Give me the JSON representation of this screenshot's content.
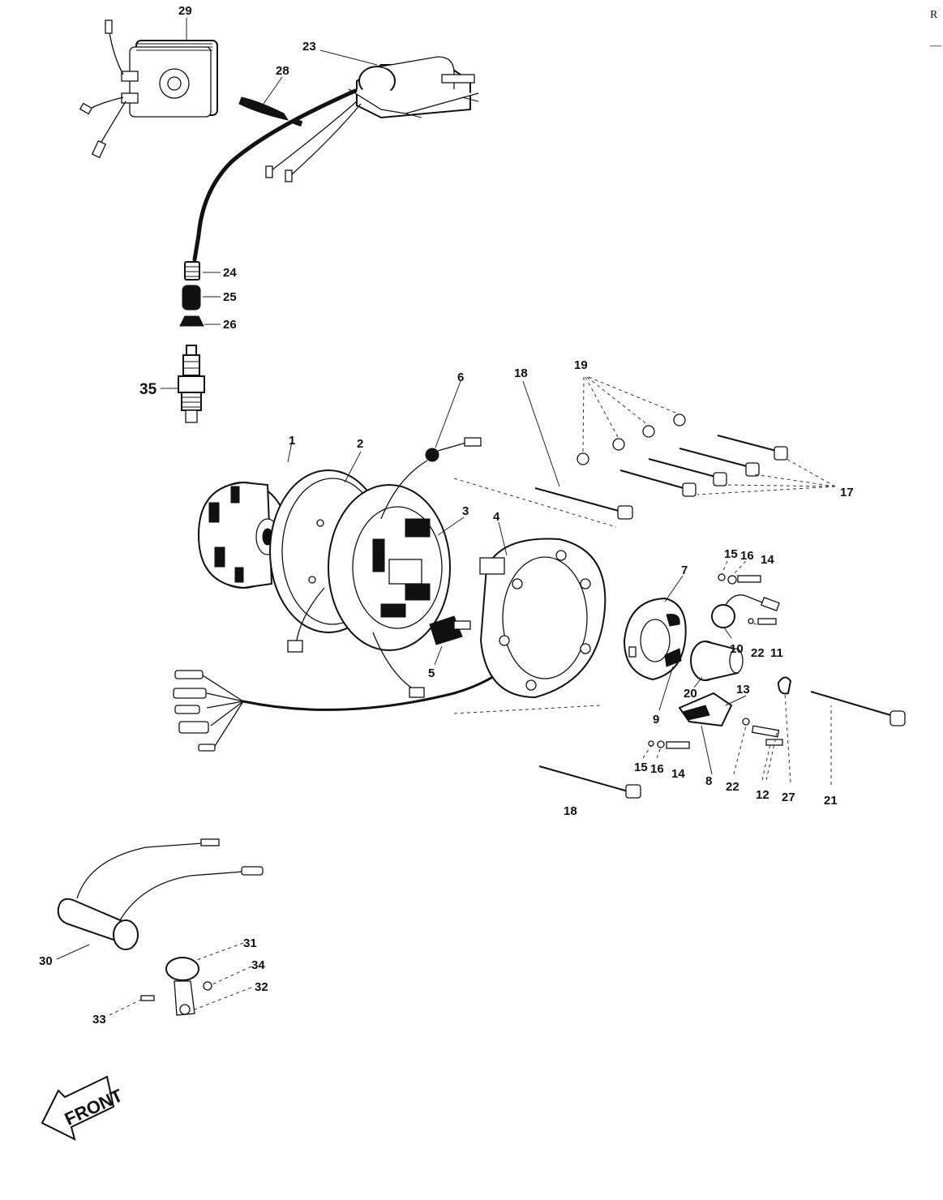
{
  "corner": {
    "top_right_text": "R",
    "top_right_mark": "—"
  },
  "front_badge": {
    "label": "FRONT"
  },
  "callouts": {
    "p1": "1",
    "p2": "2",
    "p3": "3",
    "p4": "4",
    "p5": "5",
    "p6": "6",
    "p7": "7",
    "p8": "8",
    "p9": "9",
    "p10": "10",
    "p11": "11",
    "p12": "12",
    "p13": "13",
    "p14a": "14",
    "p14b": "14",
    "p15a": "15",
    "p15b": "15",
    "p16a": "16",
    "p16b": "16",
    "p17": "17",
    "p18a": "18",
    "p18b": "18",
    "p19": "19",
    "p20": "20",
    "p21": "21",
    "p22a": "22",
    "p22b": "22",
    "p23": "23",
    "p24": "24",
    "p25": "25",
    "p26": "26",
    "p27": "27",
    "p28": "28",
    "p29": "29",
    "p30": "30",
    "p31": "31",
    "p32": "32",
    "p33": "33",
    "p34": "34",
    "p35": "35"
  }
}
